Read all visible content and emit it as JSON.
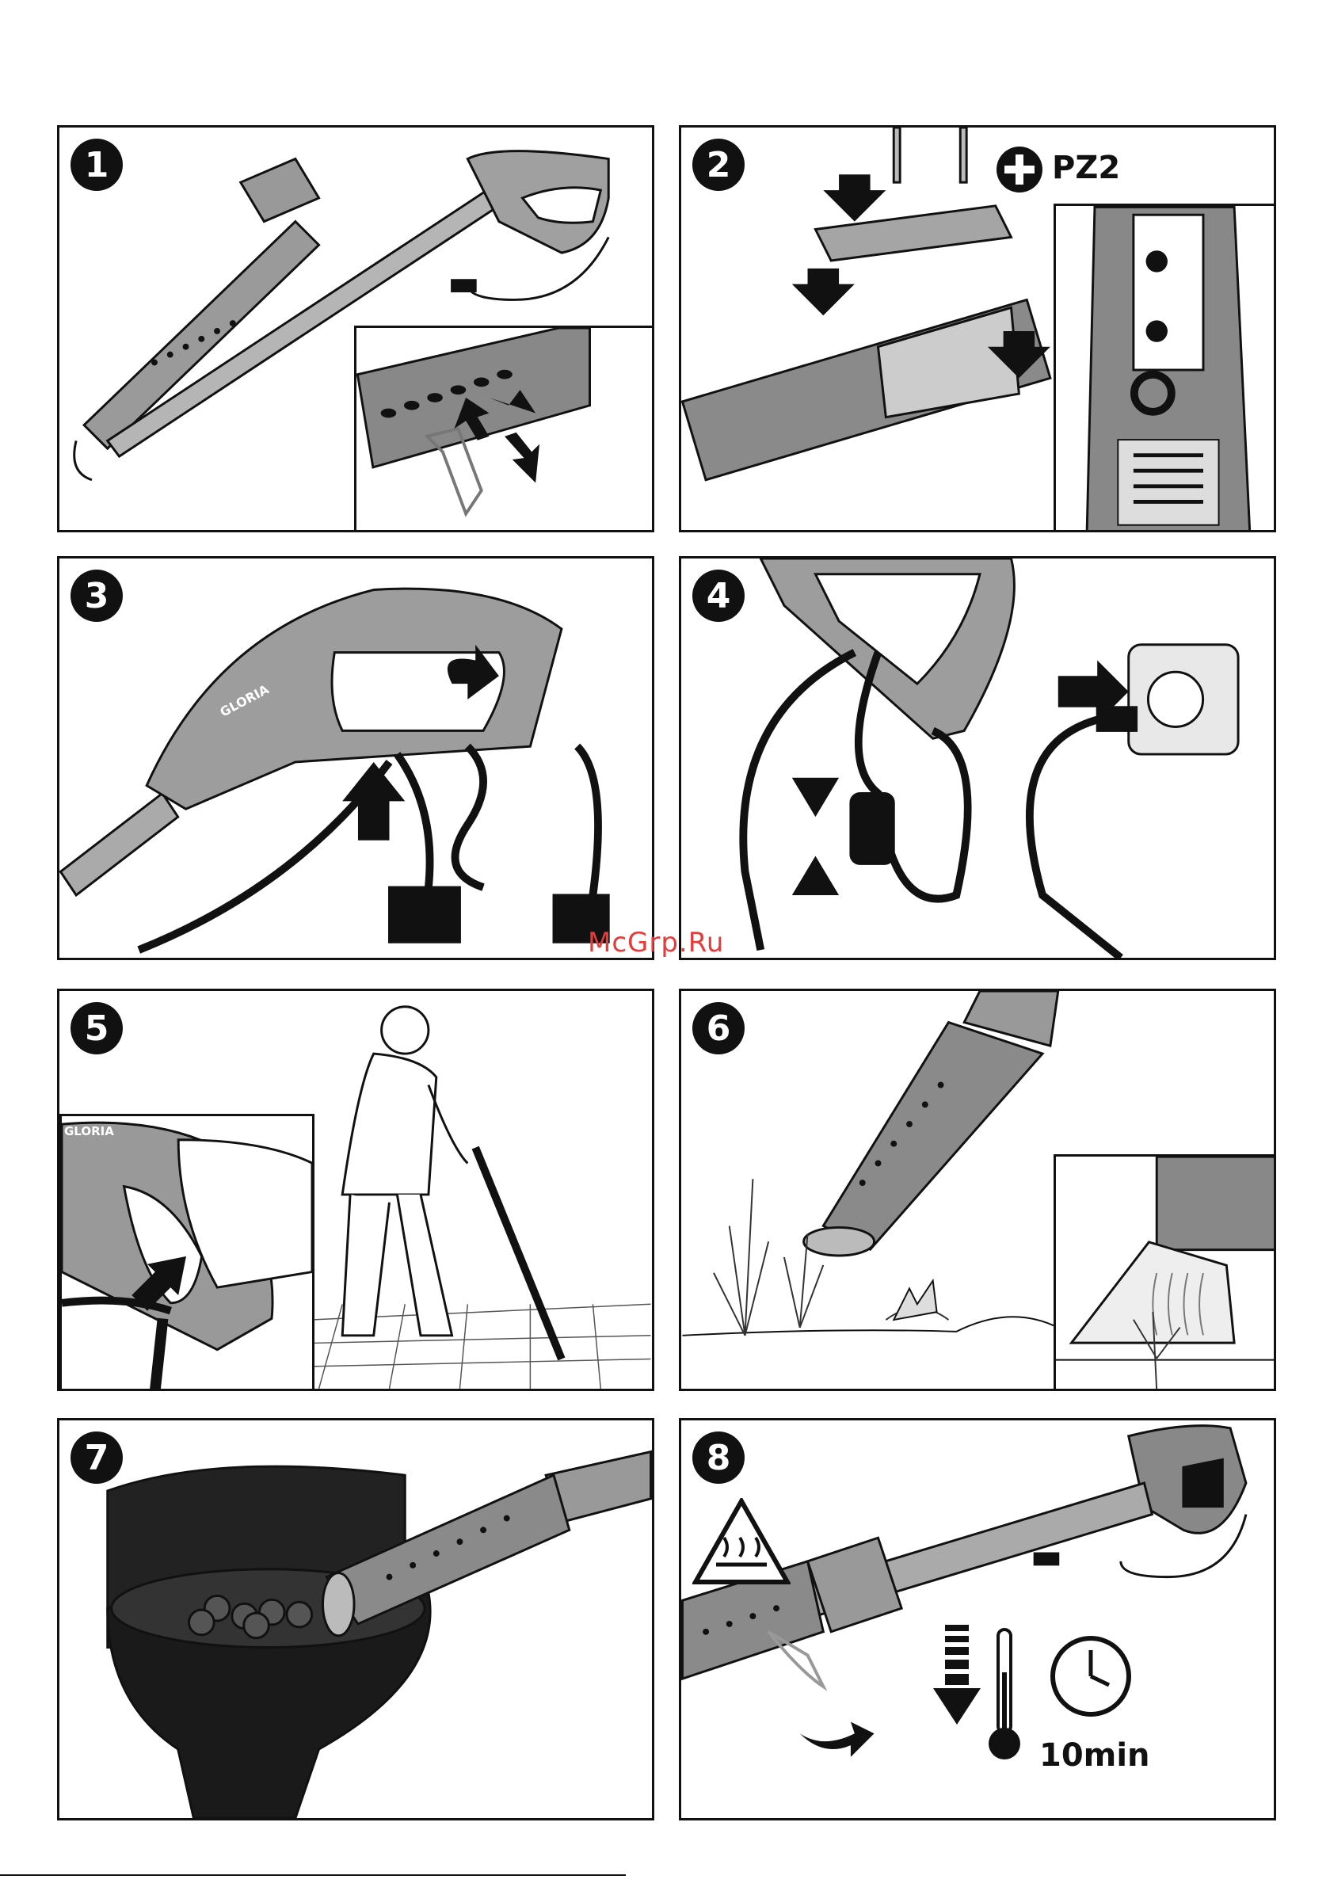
{
  "panels": [
    {
      "number": "1"
    },
    {
      "number": "2",
      "screw_label": "PZ2"
    },
    {
      "number": "3",
      "brand": "GLORIA"
    },
    {
      "number": "4"
    },
    {
      "number": "5",
      "brand": "GLORIA"
    },
    {
      "number": "6"
    },
    {
      "number": "7"
    },
    {
      "number": "8",
      "time_label": "10min"
    }
  ],
  "watermark": "McGrp.Ru",
  "icons": [
    "plus-screwdriver-icon",
    "arrow-icon",
    "hot-surface-warning-icon",
    "thermometer-icon",
    "clock-icon"
  ],
  "colors": {
    "ink": "#111111",
    "tool_gray": "#8a8a8a",
    "watermark": "#e43b3b"
  }
}
